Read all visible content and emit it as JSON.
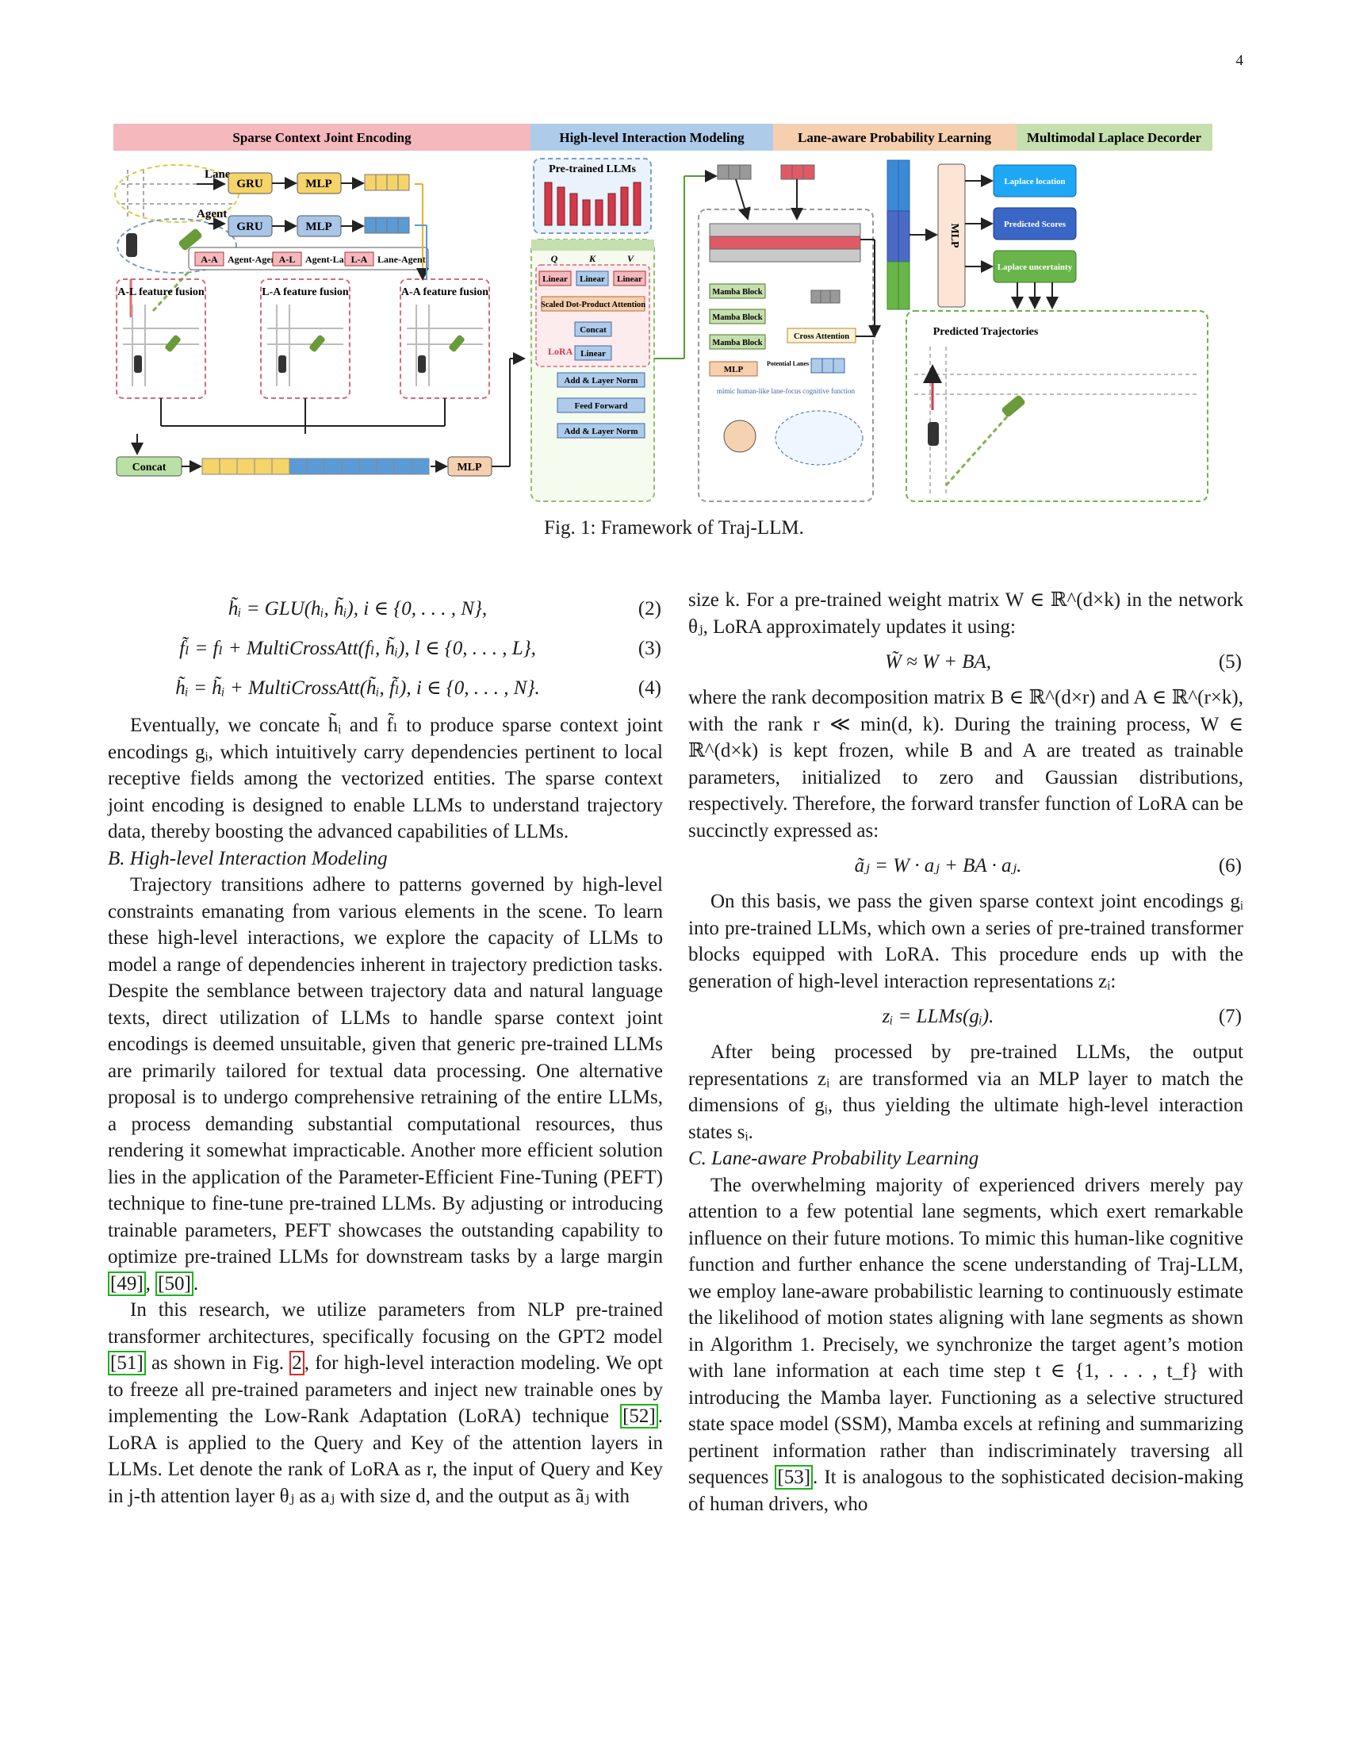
{
  "page_number": "4",
  "figure": {
    "headers": [
      "Sparse Context Joint Encoding",
      "High-level Interaction Modeling",
      "Lane-aware Probability Learning",
      "Multimodal Laplace Decorder"
    ],
    "header_colors": [
      "#f4b8bd",
      "#aecbea",
      "#f6cfae",
      "#c6dfae"
    ],
    "enc": {
      "lane": "Lane",
      "agent": "Agent",
      "gru": "GRU",
      "mlp": "MLP",
      "legend": [
        [
          "A-A",
          "Agent-Agent"
        ],
        [
          "A-L",
          "Agent-Lane"
        ],
        [
          "L-A",
          "Lane-Agent"
        ]
      ],
      "fusion": [
        "A-L feature fusion",
        "L-A feature fusion",
        "A-A feature fusion"
      ],
      "concat": "Concat",
      "mlp2": "MLP"
    },
    "llm": {
      "title": "Pre-trained LLMs",
      "qkv": [
        "Q",
        "K",
        "V"
      ],
      "linear": "Linear",
      "sdpa": "Scaled Dot-Product Attention",
      "concat": "Concat",
      "lora": "LoRA",
      "addnorm": "Add & Layer Norm",
      "ff": "Feed Forward"
    },
    "lane": {
      "mamba": "Mamba Block",
      "cross": "Cross Attention",
      "mlp": "MLP",
      "potential": "Potential Lanes",
      "mimic": "mimic human-like lane-focus cognitive function"
    },
    "dec": {
      "mlp": "MLP",
      "outputs": [
        "Laplace location",
        "Predicted Scores",
        "Laplace uncertainty"
      ],
      "traj": "Predicted Trajectories"
    },
    "caption": "Fig. 1: Framework of Traj-LLM."
  },
  "left": {
    "eqs": [
      {
        "text": "h̃ᵢ = GLU(hᵢ, h̃ᵢ), i ∈ {0, . . . , N},",
        "num": "(2)"
      },
      {
        "text": "f̃ₗ = fₗ + MultiCrossAtt(fₗ, h̃ᵢ), l ∈ {0, . . . , L},",
        "num": "(3)"
      },
      {
        "text": "h̃ᵢ = h̃ᵢ + MultiCrossAtt(h̃ᵢ, f̃ₗ), i ∈ {0, . . . , N}.",
        "num": "(4)"
      }
    ],
    "p1": "Eventually, we concate h̃ᵢ and f̃ₗ to produce sparse context joint encodings gᵢ, which intuitively carry dependencies pertinent to local receptive fields among the vectorized entities. The sparse context joint encoding is designed to enable LLMs to understand trajectory data, thereby boosting the advanced capabilities of LLMs.",
    "secB": "B.  High-level Interaction Modeling",
    "p2a": "Trajectory transitions adhere to patterns governed by high-level constraints emanating from various elements in the scene. To learn these high-level interactions, we explore the capacity of LLMs to model a range of dependencies inherent in trajectory prediction tasks. Despite the semblance between trajectory data and natural language texts, direct utilization of LLMs to handle sparse context joint encodings is deemed unsuitable, given that generic pre-trained LLMs are primarily tailored for textual data processing. One alternative proposal is to undergo comprehensive retraining of the entire LLMs, a process demanding substantial computational resources, thus rendering it somewhat impracticable. Another more efficient solution lies in the application of the Parameter-Efficient Fine-Tuning (PEFT) technique to fine-tune pre-trained LLMs. By adjusting or introducing trainable parameters, PEFT showcases the outstanding capability to optimize pre-trained LLMs for downstream tasks by a large margin ",
    "ref49": "[49]",
    "ref50": "[50]",
    "p3a": "In this research, we utilize parameters from NLP pre-trained transformer architectures, specifically focusing on the GPT2 model ",
    "ref51": "[51]",
    "p3b": " as shown in Fig. ",
    "fig2": "2",
    "p3c": ", for high-level interaction modeling. We opt to freeze all pre-trained parameters and inject new trainable ones by implementing the Low-Rank Adaptation (LoRA) technique ",
    "ref52": "[52]",
    "p3d": ". LoRA is applied to the Query and Key of the attention layers in LLMs. Let denote the rank of LoRA as r, the input of Query and Key in j-th attention layer θⱼ as aⱼ with size d, and the output as ãⱼ with"
  },
  "right": {
    "p1": "size k. For a pre-trained weight matrix W ∈ ℝ^(d×k) in the network θⱼ, LoRA approximately updates it using:",
    "eq5": {
      "text": "W̃ ≈ W + BA,",
      "num": "(5)"
    },
    "p2": "where the rank decomposition matrix B ∈ ℝ^(d×r) and A ∈ ℝ^(r×k), with the rank r ≪ min(d, k). During the training process, W ∈ ℝ^(d×k) is kept frozen, while B and A are treated as trainable parameters, initialized to zero and Gaussian distributions, respectively. Therefore, the forward transfer function of LoRA can be succinctly expressed as:",
    "eq6": {
      "text": "ãⱼ = W · aⱼ + BA · aⱼ.",
      "num": "(6)"
    },
    "p3": "On this basis, we pass the given sparse context joint encodings gᵢ into pre-trained LLMs, which own a series of pre-trained transformer blocks equipped with LoRA. This procedure ends up with the generation of high-level interaction representations zᵢ:",
    "eq7": {
      "text": "zᵢ = LLMs(gᵢ).",
      "num": "(7)"
    },
    "p4": "After being processed by pre-trained LLMs, the output representations zᵢ are transformed via an MLP layer to match the dimensions of gᵢ, thus yielding the ultimate high-level interaction states sᵢ.",
    "secC": "C.  Lane-aware Probability Learning",
    "p5a": "The overwhelming majority of experienced drivers merely pay attention to a few potential lane segments, which exert remarkable influence on their future motions. To mimic this human-like cognitive function and further enhance the scene understanding of Traj-LLM, we employ lane-aware probabilistic learning to continuously estimate the likelihood of motion states aligning with lane segments as shown in Algorithm 1. Precisely, we synchronize the target agent’s motion with lane information at each time step t ∈ {1, . . . , t_f} with introducing the Mamba layer. Functioning as a selective structured state space model (SSM), Mamba excels at refining and summarizing pertinent information rather than indiscriminately traversing all sequences ",
    "ref53": "[53]",
    "p5b": ". It is analogous to the sophisticated decision-making of human drivers, who"
  }
}
